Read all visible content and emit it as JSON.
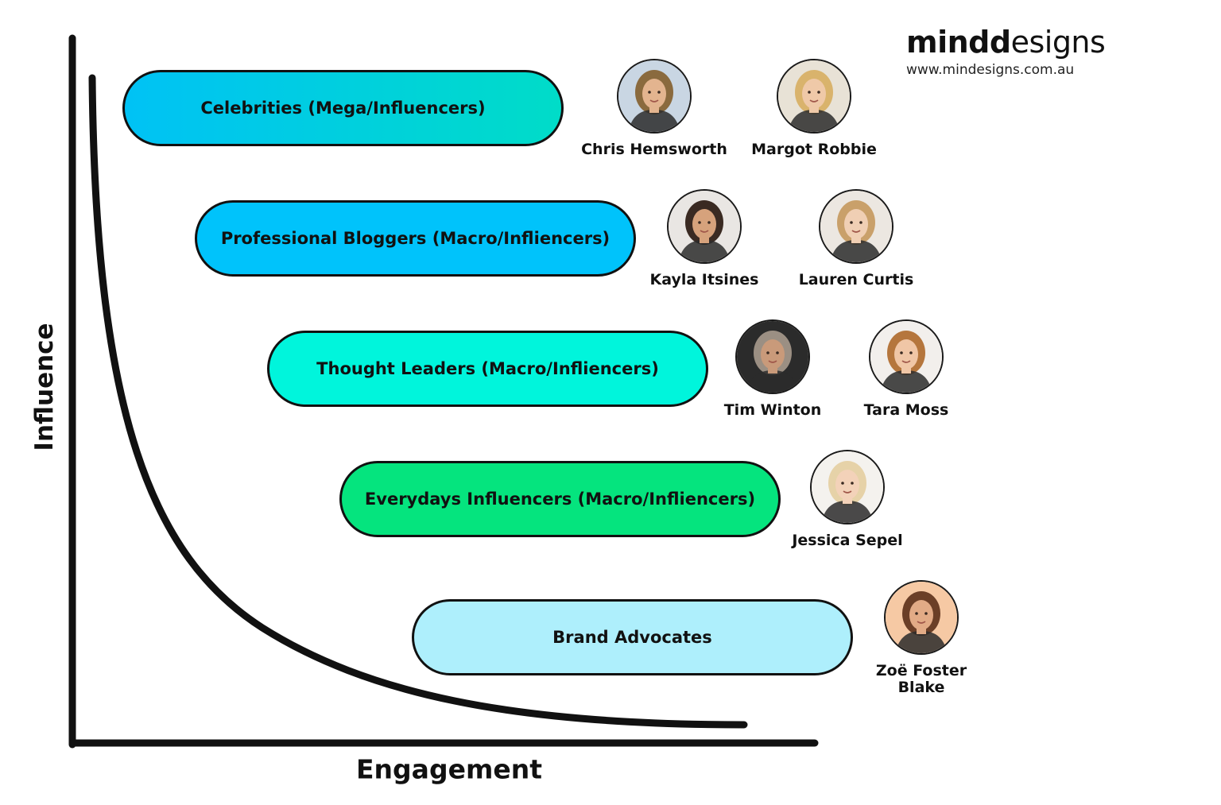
{
  "brand": {
    "name_bold": "mind",
    "name_light": "esigns",
    "name_mid": "d",
    "url": "www.mindesigns.com.au"
  },
  "axes": {
    "y_label": "Influence",
    "x_label": "Engagement"
  },
  "tiers": [
    {
      "label": "Celebrities (Mega/Influencers)",
      "color_start": "#00c2f5",
      "color_end": "#00dcc8",
      "people": [
        {
          "name": "Chris Hemsworth",
          "icon": "portrait-icon"
        },
        {
          "name": "Margot Robbie",
          "icon": "portrait-icon"
        }
      ]
    },
    {
      "label": "Professional Bloggers (Macro/Infliencers)",
      "color_start": "#00c3fb",
      "color_end": "#00c3fb",
      "people": [
        {
          "name": "Kayla Itsines",
          "icon": "portrait-icon"
        },
        {
          "name": "Lauren Curtis",
          "icon": "portrait-icon"
        }
      ]
    },
    {
      "label": "Thought Leaders (Macro/Infliencers)",
      "color_start": "#00f5dc",
      "color_end": "#00f5dc",
      "people": [
        {
          "name": "Tim Winton",
          "icon": "portrait-icon"
        },
        {
          "name": "Tara Moss",
          "icon": "portrait-icon"
        }
      ]
    },
    {
      "label": "Everydays Influencers (Macro/Infliencers)",
      "color_start": "#05e47e",
      "color_end": "#05e47e",
      "people": [
        {
          "name": "Jessica Sepel",
          "icon": "portrait-icon"
        }
      ]
    },
    {
      "label": "Brand Advocates",
      "color_start": "#aeeffc",
      "color_end": "#aeeffc",
      "people": [
        {
          "name": "Zoë Foster\nBlake",
          "icon": "portrait-icon"
        }
      ]
    }
  ]
}
